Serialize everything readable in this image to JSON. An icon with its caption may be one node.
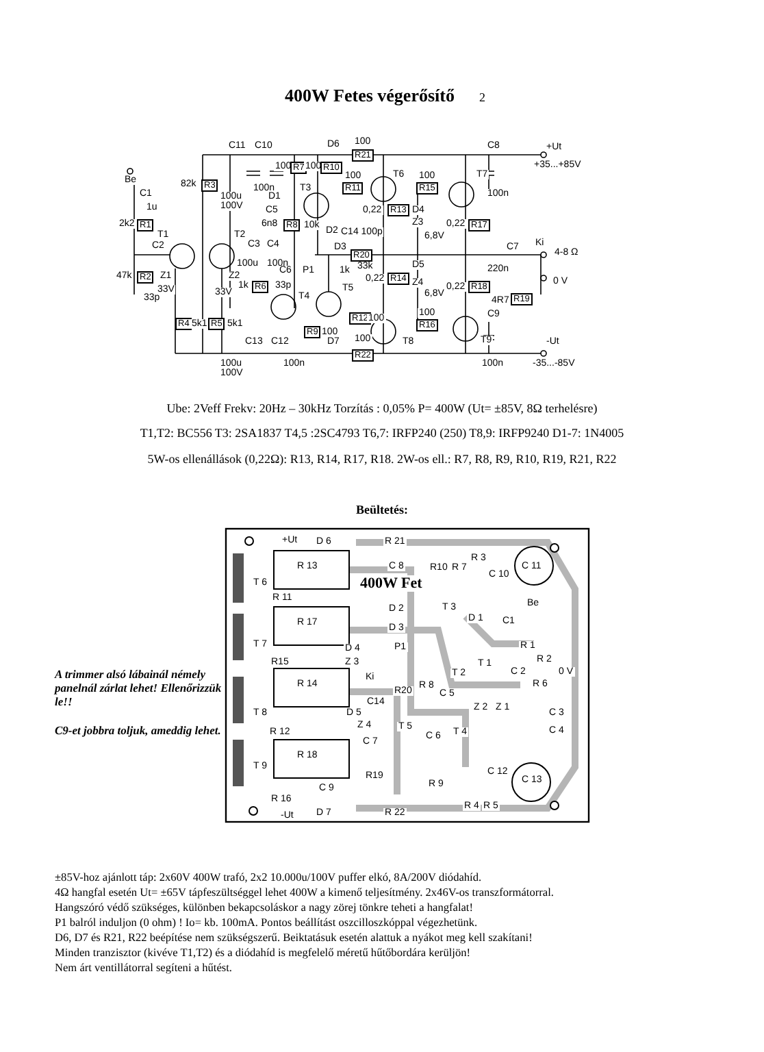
{
  "diagram": {
    "title": "400W Fetes végerősítő",
    "labels": [
      "2",
      "C11",
      "C10",
      "D6",
      "100",
      "R21",
      "C8",
      "+Ut",
      "+35...+85V",
      "Be",
      "C1",
      "1u",
      "82k",
      "R3",
      "100u 100V",
      "100n",
      "100",
      "R7",
      "100",
      "R10",
      "D1",
      "T3",
      "100",
      "R11",
      "T6",
      "100",
      "R15",
      "T7",
      "100n",
      "2k2",
      "R1",
      "C5",
      "6n8",
      "R8",
      "10k",
      "D4",
      "Z3",
      "D2",
      "C14 100p",
      "6,8V",
      "0,22",
      "R13",
      "0,22",
      "R17",
      "T1",
      "T2",
      "C2",
      "C3",
      "C4",
      "D3",
      "R20",
      "33k",
      "Ki",
      "4-8 Ω",
      "C7",
      "100u",
      "100n",
      "220n",
      "47k",
      "R2",
      "P1",
      "1k",
      "D5",
      "Z1",
      "Z2",
      "33V",
      "33V",
      "C6",
      "33p",
      "1k",
      "R6",
      "33p",
      "Z4",
      "6,8V",
      "0,22",
      "R14",
      "0,22",
      "R18",
      "T4",
      "T5",
      "0 V",
      "4R7",
      "R19",
      "R4",
      "5k1",
      "R5",
      "5k1",
      "R12",
      "100",
      "R9",
      "100",
      "100",
      "R16",
      "C9",
      "C13",
      "C12",
      "D7",
      "100",
      "T8",
      "T9",
      "-Ut",
      "R22",
      "100u 100V",
      "100n",
      "100n",
      "-35...-85V",
      "Ube: 2Veff   Frekv: 20Hz – 30kHz   Torzítás : 0,05%  P= 400W (Ut= ±85V,  8Ω terhelésre)",
      "T1,T2: BC556   T3: 2SA1837   T4,5 :2SC4793   T6,7: IRFP240 (250)   T8,9: IRFP9240   D1-7: 1N4005",
      "5W-os ellenállások (0,22Ω): R13, R14, R17, R18.   2W-os ell.: R7, R8, R9, R10, R19, R21, R22",
      "Beültetés:",
      "+Ut",
      "D 6",
      "R 21",
      "R 13",
      "C 8",
      "R10",
      "R 7",
      "R 3",
      "C 10",
      "C 11",
      "T 6",
      "400W Fet",
      "R 11",
      "D 2",
      "T 3",
      "D 1",
      "Be",
      "R 17",
      "D 3",
      "C1",
      "T 7",
      "D 4",
      "P1",
      "R 1",
      "R15",
      "Z 3",
      "T 1",
      "R 2",
      "T 2",
      "C 2",
      "0 V",
      "R 14",
      "Ki",
      "R 6",
      "R20",
      "C14",
      "R 8",
      "C 5",
      "Z 2",
      "Z 1",
      "C 3",
      "C 4",
      "T 8",
      "D 5",
      "Z 4",
      "T 5",
      "T 4",
      "C 6",
      "R 12",
      "C 7",
      "R 18",
      "R19",
      "R 9",
      "C 12",
      "C 13",
      "T 9",
      "C 9",
      "R 16",
      "R 4",
      "R 5",
      "-Ut",
      "D 7",
      "R 22",
      "A trimmer alsó lábainál némely panelnál zárlat lehet! Ellenőrizzük le!!",
      "C9-et jobbra toljuk, ameddig lehet.",
      "±85V-hoz ajánlott táp: 2x60V 400W trafó, 2x2 10.000u/100V puffer elkó, 8A/200V diódahíd.",
      "4Ω  hangfal esetén Ut= ±65V tápfeszültséggel lehet 400W a kimenő teljesítmény.  2x46V-os transzformátorral.",
      "Hangszóró védő szükséges, különben bekapcsoláskor a nagy zörej tönkre teheti a hangfalat!",
      "P1 balról induljon (0 ohm) !  Io= kb. 100mA. Pontos beállítást oszcilloszkóppal végezhetünk.",
      "D6, D7 és R21, R22 beépítése nem szükségszerű. Beiktatásuk esetén alattuk a nyákot meg kell szakítani!",
      "Minden tranzisztor (kivéve T1,T2) és a diódahíd is megfelelő méretű hűtőbordára kerüljön!",
      "Nem árt ventillátorral segíteni a hűtést."
    ]
  }
}
